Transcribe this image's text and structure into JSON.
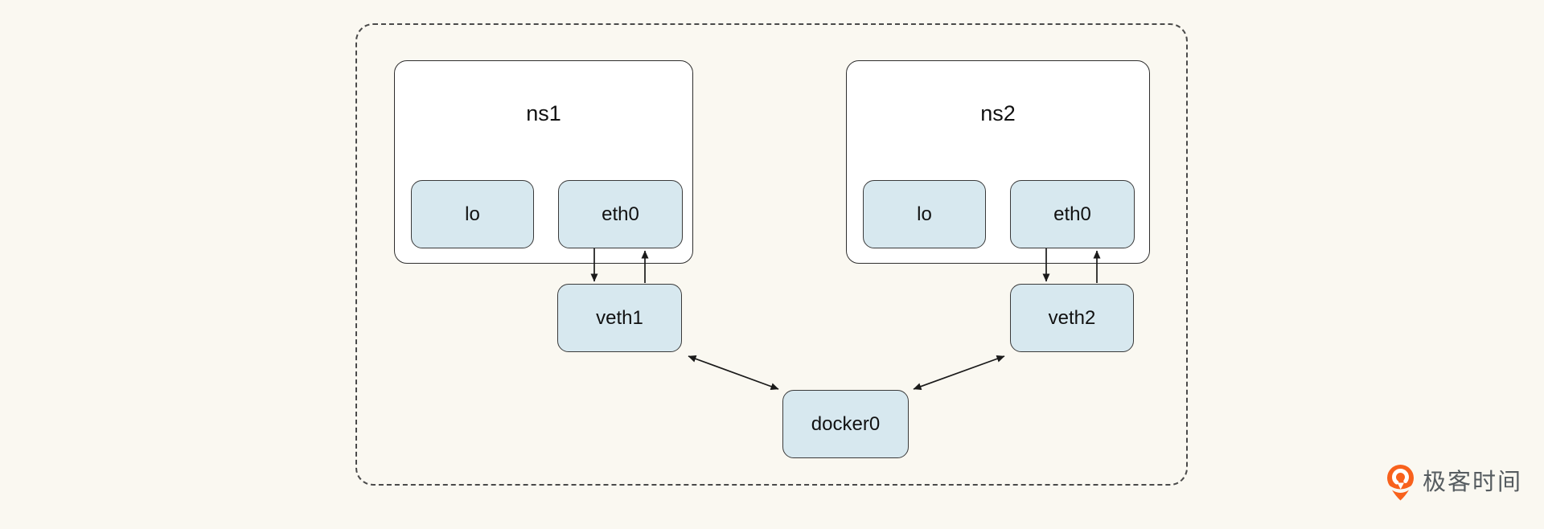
{
  "diagram": {
    "title_implied": "veth / docker0 bridge network diagram",
    "namespaces": [
      {
        "label": "ns1",
        "interfaces": [
          {
            "label": "lo"
          },
          {
            "label": "eth0"
          }
        ]
      },
      {
        "label": "ns2",
        "interfaces": [
          {
            "label": "lo"
          },
          {
            "label": "eth0"
          }
        ]
      }
    ],
    "veth_nodes": [
      {
        "label": "veth1"
      },
      {
        "label": "veth2"
      }
    ],
    "bridge": {
      "label": "docker0"
    },
    "edges": [
      {
        "from": "ns1.eth0",
        "to": "veth1",
        "direction": "one-way-down"
      },
      {
        "from": "veth1",
        "to": "ns1.eth0",
        "direction": "one-way-up"
      },
      {
        "from": "ns2.eth0",
        "to": "veth2",
        "direction": "one-way-down"
      },
      {
        "from": "veth2",
        "to": "ns2.eth0",
        "direction": "one-way-up"
      },
      {
        "from": "veth1",
        "to": "docker0",
        "direction": "bidirectional"
      },
      {
        "from": "veth2",
        "to": "docker0",
        "direction": "bidirectional"
      }
    ]
  },
  "branding": {
    "logo_text": "极客时间"
  },
  "colors": {
    "background": "#faf8f1",
    "node_fill": "#d7e8ef",
    "node_border": "#3a3a3a",
    "dashed_border": "#4a4a4a",
    "arrow": "#1a1a1a",
    "logo_orange": "#f8611c",
    "logo_text": "#565c60"
  }
}
